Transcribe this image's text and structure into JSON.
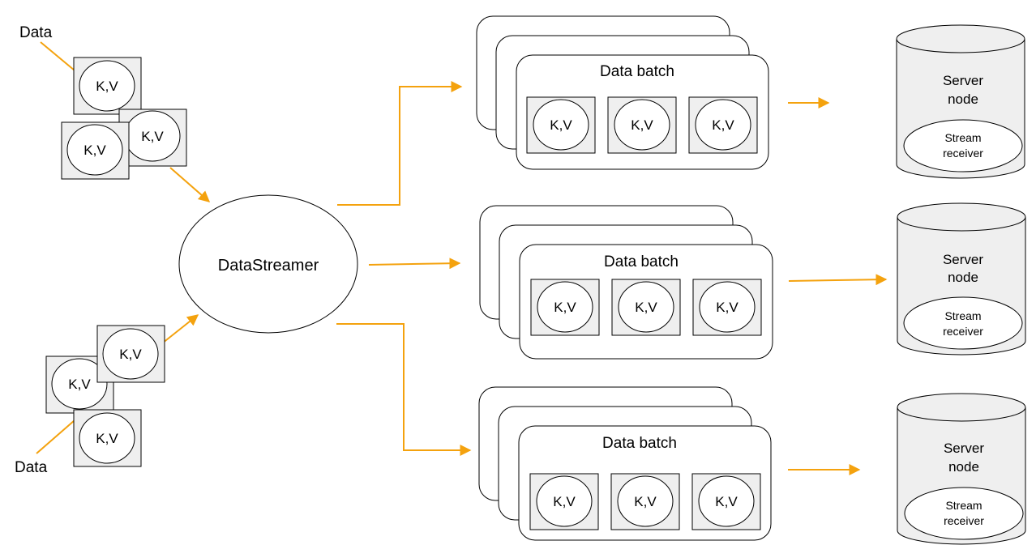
{
  "colors": {
    "arrow": "#f4a20e",
    "box_fill": "#efefef",
    "cylinder_fill": "#efefef",
    "stroke": "#000000",
    "background": "#ffffff"
  },
  "inputs": {
    "top_label": "Data",
    "bottom_label": "Data",
    "top_records": [
      "K,V",
      "K,V",
      "K,V"
    ],
    "bottom_records": [
      "K,V",
      "K,V",
      "K,V"
    ]
  },
  "streamer": {
    "label": "DataStreamer"
  },
  "batches": [
    {
      "title": "Data batch",
      "records": [
        "K,V",
        "K,V",
        "K,V"
      ]
    },
    {
      "title": "Data batch",
      "records": [
        "K,V",
        "K,V",
        "K,V"
      ]
    },
    {
      "title": "Data batch",
      "records": [
        "K,V",
        "K,V",
        "K,V"
      ]
    }
  ],
  "servers": [
    {
      "title_line1": "Server",
      "title_line2": "node",
      "receiver_line1": "Stream",
      "receiver_line2": "receiver"
    },
    {
      "title_line1": "Server",
      "title_line2": "node",
      "receiver_line1": "Stream",
      "receiver_line2": "receiver"
    },
    {
      "title_line1": "Server",
      "title_line2": "node",
      "receiver_line1": "Stream",
      "receiver_line2": "receiver"
    }
  ]
}
